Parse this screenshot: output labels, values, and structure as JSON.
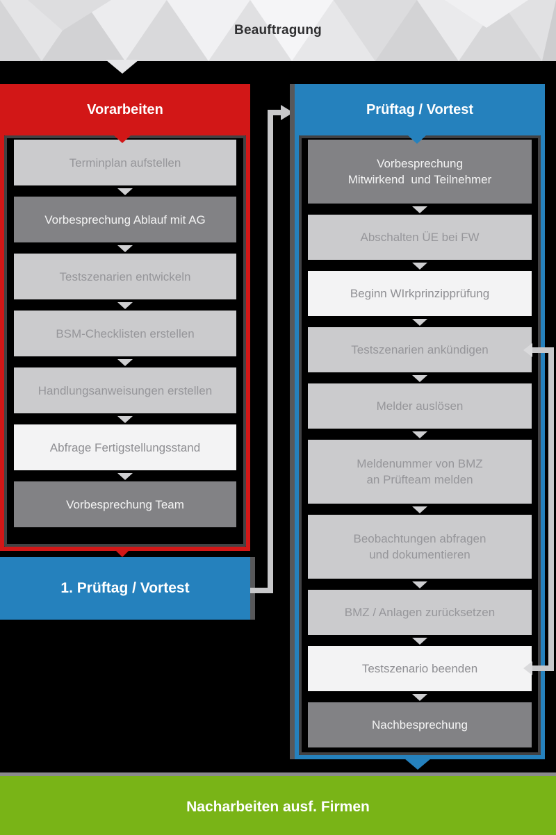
{
  "banner": {
    "title": "Beauftragung"
  },
  "left_column": {
    "header": "Vorarbeiten",
    "items": [
      {
        "lines": [
          "Terminplan aufstellen"
        ],
        "variant": "light"
      },
      {
        "lines": [
          "Vorbesprechung Ablauf mit AG"
        ],
        "variant": "dark"
      },
      {
        "lines": [
          "Testszenarien entwickeln"
        ],
        "variant": "light"
      },
      {
        "lines": [
          "BSM-Checklisten erstellen"
        ],
        "variant": "light"
      },
      {
        "lines": [
          "Handlungsanweisungen erstellen"
        ],
        "variant": "light"
      },
      {
        "lines": [
          "Abfrage Fertigstellungsstand"
        ],
        "variant": "lighter"
      },
      {
        "lines": [
          "Vorbesprechung Team"
        ],
        "variant": "dark"
      }
    ]
  },
  "left_footer": {
    "label": "1. Prüftag / Vortest"
  },
  "right_column": {
    "header": "Prüftag / Vortest",
    "items": [
      {
        "lines": [
          "Vorbesprechung",
          "Mitwirkend  und Teilnehmer"
        ],
        "variant": "dark"
      },
      {
        "lines": [
          "Abschalten ÜE bei FW"
        ],
        "variant": "light"
      },
      {
        "lines": [
          "Beginn WIrkprinzipprüfung"
        ],
        "variant": "lighter"
      },
      {
        "lines": [
          "Testszenarien ankündigen"
        ],
        "variant": "light"
      },
      {
        "lines": [
          "Melder auslösen"
        ],
        "variant": "light"
      },
      {
        "lines": [
          "Meldenummer von BMZ",
          "an Prüfteam melden"
        ],
        "variant": "light"
      },
      {
        "lines": [
          "Beobachtungen abfragen",
          "und dokumentieren"
        ],
        "variant": "light"
      },
      {
        "lines": [
          "BMZ / Anlagen zurücksetzen"
        ],
        "variant": "light"
      },
      {
        "lines": [
          "Testszenario beenden"
        ],
        "variant": "lighter"
      },
      {
        "lines": [
          "Nachbesprechung"
        ],
        "variant": "dark"
      }
    ]
  },
  "footer": {
    "label": "Nacharbeiten ausf. Firmen"
  },
  "colors": {
    "red": "#d21717",
    "blue": "#2581bd",
    "green": "#79b417",
    "box_light": "#cbcbcd",
    "box_lighter": "#f3f3f4",
    "box_dark": "#828285",
    "connector": "#c8c8ca",
    "background": "#000000"
  }
}
